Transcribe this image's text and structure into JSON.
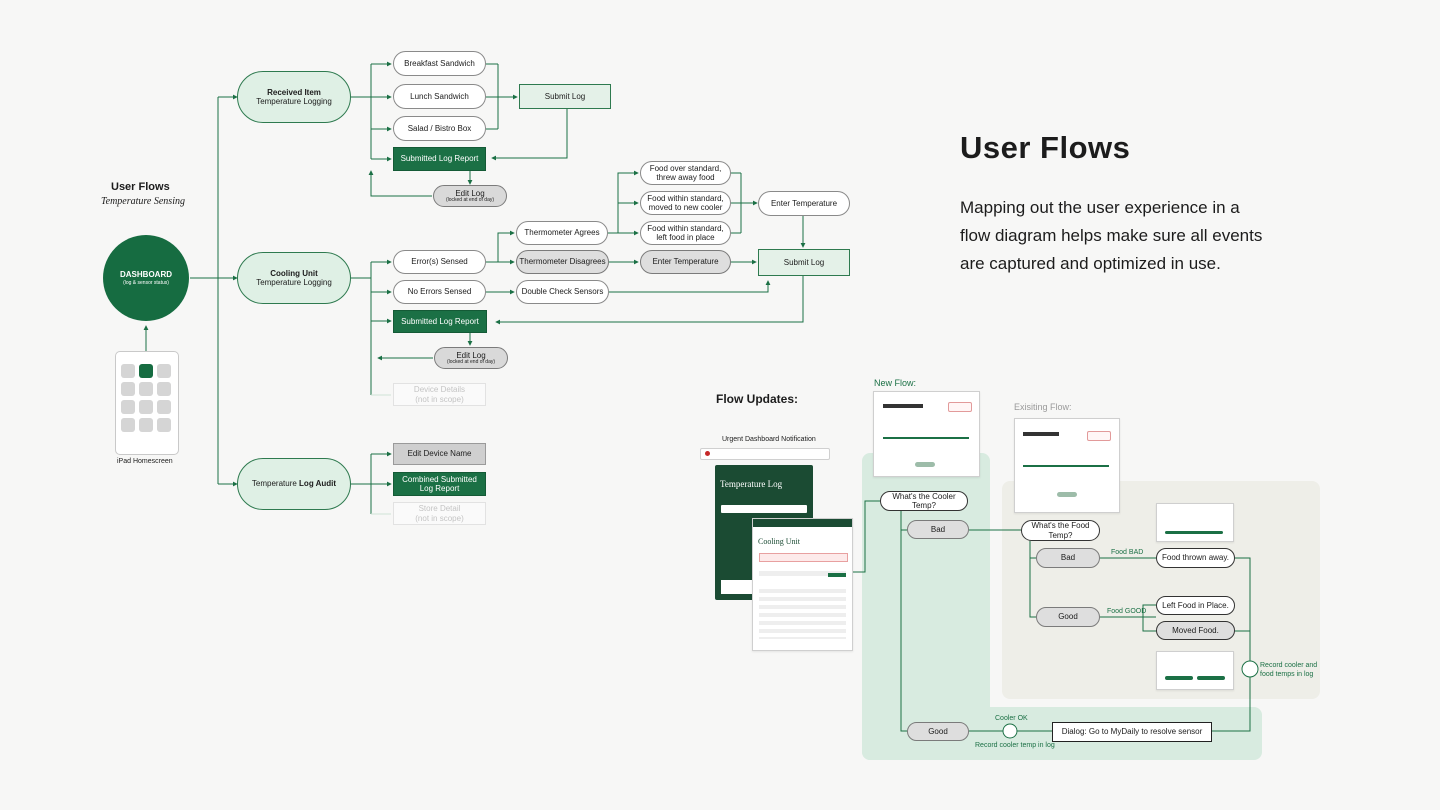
{
  "left_title": {
    "title": "User Flows",
    "subtitle": "Temperature Sensing"
  },
  "dashboard": {
    "title": "DASHBOARD",
    "sub": "(log & sensor status)"
  },
  "ipad": {
    "label": "iPad Homescreen"
  },
  "received": {
    "title": "Received Item",
    "sub": "Temperature Logging",
    "options": [
      "Breakfast Sandwich",
      "Lunch Sandwich",
      "Salad / Bistro Box"
    ],
    "submit_log": "Submit Log",
    "submitted_report": "Submitted Log Report",
    "edit_log": "Edit Log",
    "edit_log_note": "(locked at end of day)"
  },
  "cooling": {
    "title": "Cooling Unit",
    "sub": "Temperature Logging",
    "errors_sensed": "Error(s) Sensed",
    "no_errors": "No Errors Sensed",
    "thermo_agrees": "Thermometer Agrees",
    "thermo_disagrees": "Thermometer Disagrees",
    "double_check": "Double Check Sensors",
    "food_over": [
      "Food over standard,",
      "threw away food"
    ],
    "food_within_new": [
      "Food within standard,",
      "moved to new cooler"
    ],
    "food_within_left": [
      "Food within standard,",
      "left food in place"
    ],
    "enter_temp_a": "Enter Temperature",
    "enter_temp_b": "Enter Temperature",
    "submit_log": "Submit Log",
    "submitted_report": "Submitted Log Report",
    "edit_log": "Edit Log",
    "edit_log_note": "(locked at end of day)",
    "device_details": "Device Details",
    "device_details_note": "(not in scope)"
  },
  "audit": {
    "title_pre": "Temperature ",
    "title_bold": "Log Audit",
    "edit_device": "Edit Device Name",
    "combined": [
      "Combined Submitted",
      "Log Report"
    ],
    "store_detail": "Store Detail",
    "store_detail_note": "(not in scope)"
  },
  "right": {
    "heading": "User Flows",
    "body": [
      "Mapping out the user experience in a",
      "flow diagram helps make sure all events",
      "are captured and optimized in use."
    ]
  },
  "updates": {
    "title": "Flow Updates:",
    "urgent": "Urgent Dashboard Notification",
    "new_flow": "New Flow:",
    "existing_flow": "Exisiting Flow:",
    "app_title_1": "Temperature Log",
    "app_title_2": "Cooling Unit",
    "cooler_q": "What's the Cooler Temp?",
    "food_q": "What's the Food Temp?",
    "bad": "Bad",
    "good": "Good",
    "bad2": "Bad",
    "good2": "Good",
    "food_bad": "Food BAD",
    "food_good": "Food GOOD",
    "thrown": "Food thrown away.",
    "left_place": "Left Food in Place.",
    "moved": "Moved Food.",
    "record_food": [
      "Record cooler and",
      "food temps in log"
    ],
    "cooler_ok": "Cooler OK",
    "record_cooler": "Record cooler temp in log",
    "dialog": "Dialog: Go to MyDaily to resolve sensor"
  },
  "colors": {
    "green": "#1b7045",
    "light_green": "#e4f1e8",
    "panel_green": "#d8ebe0",
    "panel_gray": "#eeeee8"
  }
}
